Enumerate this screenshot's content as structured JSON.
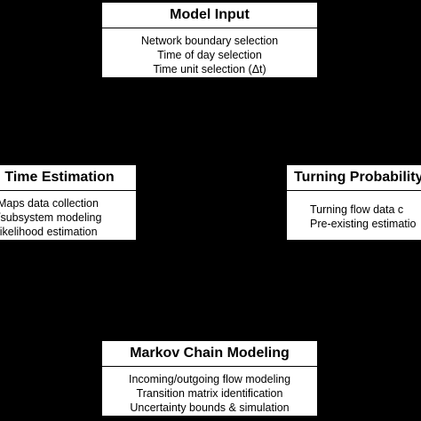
{
  "diagram": {
    "model_input": {
      "title": "Model Input",
      "items": [
        "Network boundary selection",
        "Time of day selection",
        "Time unit selection (Δt)"
      ]
    },
    "time_estimation": {
      "title": "Time Estimation",
      "items": [
        "Maps data collection",
        "/subsystem modeling",
        "likelihood estimation"
      ]
    },
    "turning_probability": {
      "title": "Turning Probability",
      "items": [
        "Turning flow data c",
        "Pre-existing estimatio"
      ]
    },
    "markov_chain": {
      "title": "Markov Chain Modeling",
      "items": [
        "Incoming/outgoing flow modeling",
        "Transition matrix identification",
        "Uncertainty bounds & simulation"
      ]
    }
  },
  "colors": {
    "background": "#000000",
    "box_fill": "#ffffff",
    "text": "#000000"
  }
}
